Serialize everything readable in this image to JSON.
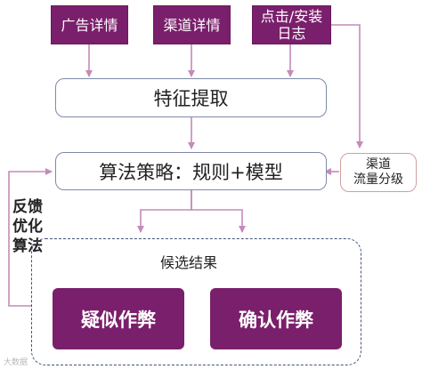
{
  "sources": [
    {
      "label": "广告详情"
    },
    {
      "label": "渠道详情"
    },
    {
      "label": "点击/安装\n日志"
    }
  ],
  "feature_extraction": "特征提取",
  "algorithm_strategy": "算法策略：规则+模型",
  "channel_grading": "渠道\n流量分级",
  "feedback_label": "反馈\n优化\n算法",
  "candidates": {
    "title": "候选结果",
    "suspected": "疑似作弊",
    "confirmed": "确认作弊"
  },
  "watermark": "大数据",
  "colors": {
    "purple": "#7a1f6b",
    "connector": "#c48bb8",
    "process_border": "#7c8aa6",
    "side_border": "#d0a0a0",
    "group_border": "#44547a"
  }
}
